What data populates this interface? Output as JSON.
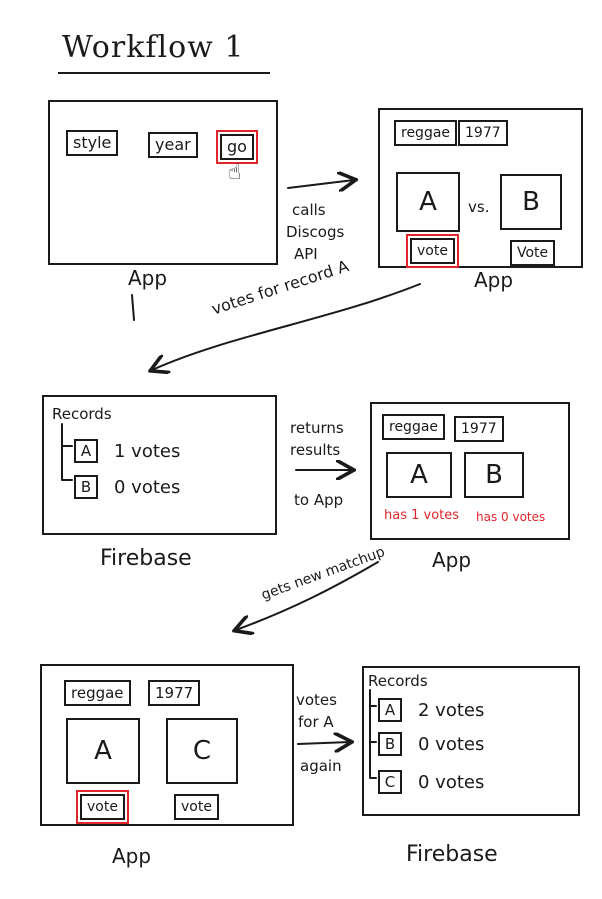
{
  "title": "Workflow 1",
  "colors": {
    "ink": "#1a1a1a",
    "highlight": "#e0262a"
  },
  "panel1": {
    "caption": "App",
    "inputs": [
      "style",
      "year"
    ],
    "go": "go"
  },
  "arrow1": {
    "lines": [
      "calls",
      "Discogs",
      "API"
    ]
  },
  "panel2": {
    "caption": "App",
    "inputs": [
      "reggae",
      "1977"
    ],
    "card_a": "A",
    "vs": "vs.",
    "card_b": "B",
    "vote_a": "vote",
    "vote_b": "Vote"
  },
  "arrow2": {
    "text": "votes for record A"
  },
  "panel3": {
    "caption": "Firebase",
    "header": "Records",
    "rows": [
      {
        "key": "A",
        "text": "1 votes"
      },
      {
        "key": "B",
        "text": "0 votes"
      }
    ]
  },
  "arrow3": {
    "lines": [
      "returns",
      "results"
    ],
    "tail": "to App"
  },
  "panel4": {
    "caption": "App",
    "inputs": [
      "reggae",
      "1977"
    ],
    "card_a": "A",
    "card_b": "B",
    "result_a": "has 1 votes",
    "result_b": "has 0 votes"
  },
  "arrow4": {
    "text": "gets new matchup"
  },
  "panel5": {
    "caption": "App",
    "inputs": [
      "reggae",
      "1977"
    ],
    "card_a": "A",
    "card_c": "C",
    "vote_a": "vote",
    "vote_c": "vote"
  },
  "arrow5": {
    "lines": [
      "votes",
      "for A",
      "again"
    ]
  },
  "panel6": {
    "caption": "Firebase",
    "header": "Records",
    "rows": [
      {
        "key": "A",
        "text": "2 votes"
      },
      {
        "key": "B",
        "text": "0 votes"
      },
      {
        "key": "C",
        "text": "0 votes"
      }
    ]
  }
}
